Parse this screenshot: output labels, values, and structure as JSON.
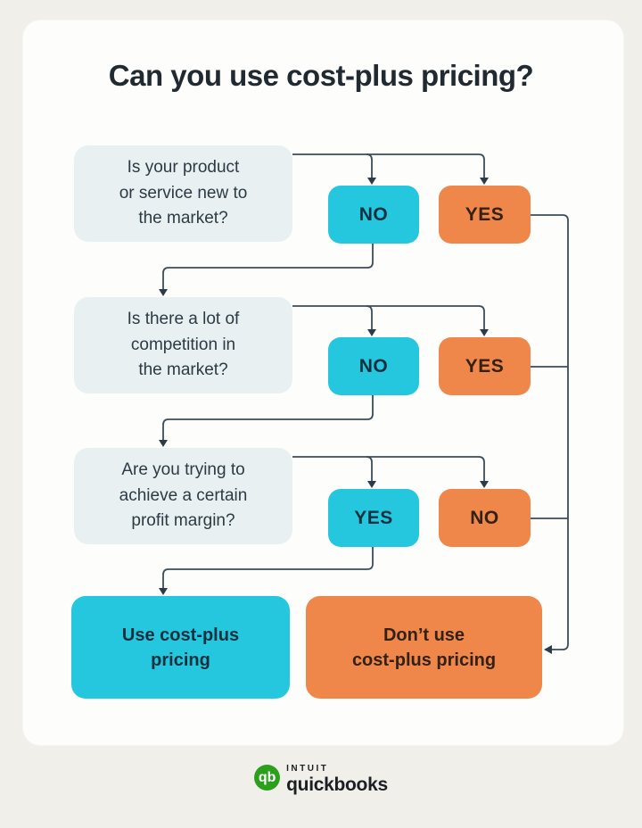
{
  "title": "Can you use cost-plus pricing?",
  "flow": {
    "rows": [
      {
        "question": "Is your product\nor service new to\nthe market?",
        "left": "NO",
        "right": "YES"
      },
      {
        "question": "Is there a lot of\ncompetition in\nthe market?",
        "left": "NO",
        "right": "YES"
      },
      {
        "question": "Are you trying to\nachieve a certain\nprofit margin?",
        "left": "YES",
        "right": "NO"
      }
    ],
    "edges": [
      "new-to-market: NO -> competition",
      "new-to-market: YES -> dont-use",
      "competition: NO -> profit-margin",
      "competition: YES -> dont-use",
      "profit-margin: YES -> use",
      "profit-margin: NO -> dont-use"
    ]
  },
  "outcomes": {
    "use": "Use cost-plus\npricing",
    "dont": "Don’t use\ncost-plus pricing"
  },
  "logo": {
    "monogram": "qb",
    "brand": "INTUIT",
    "product": "quickbooks"
  },
  "colors": {
    "page_bg": "#f0efe9",
    "card_bg": "#fdfdfc",
    "question_bg": "#e9f0f1",
    "cyan": "#25c7de",
    "orange": "#f0874a",
    "connector_line": "#3d4c58",
    "text_dark": "#212a31",
    "qb_green": "#2ca01c"
  }
}
